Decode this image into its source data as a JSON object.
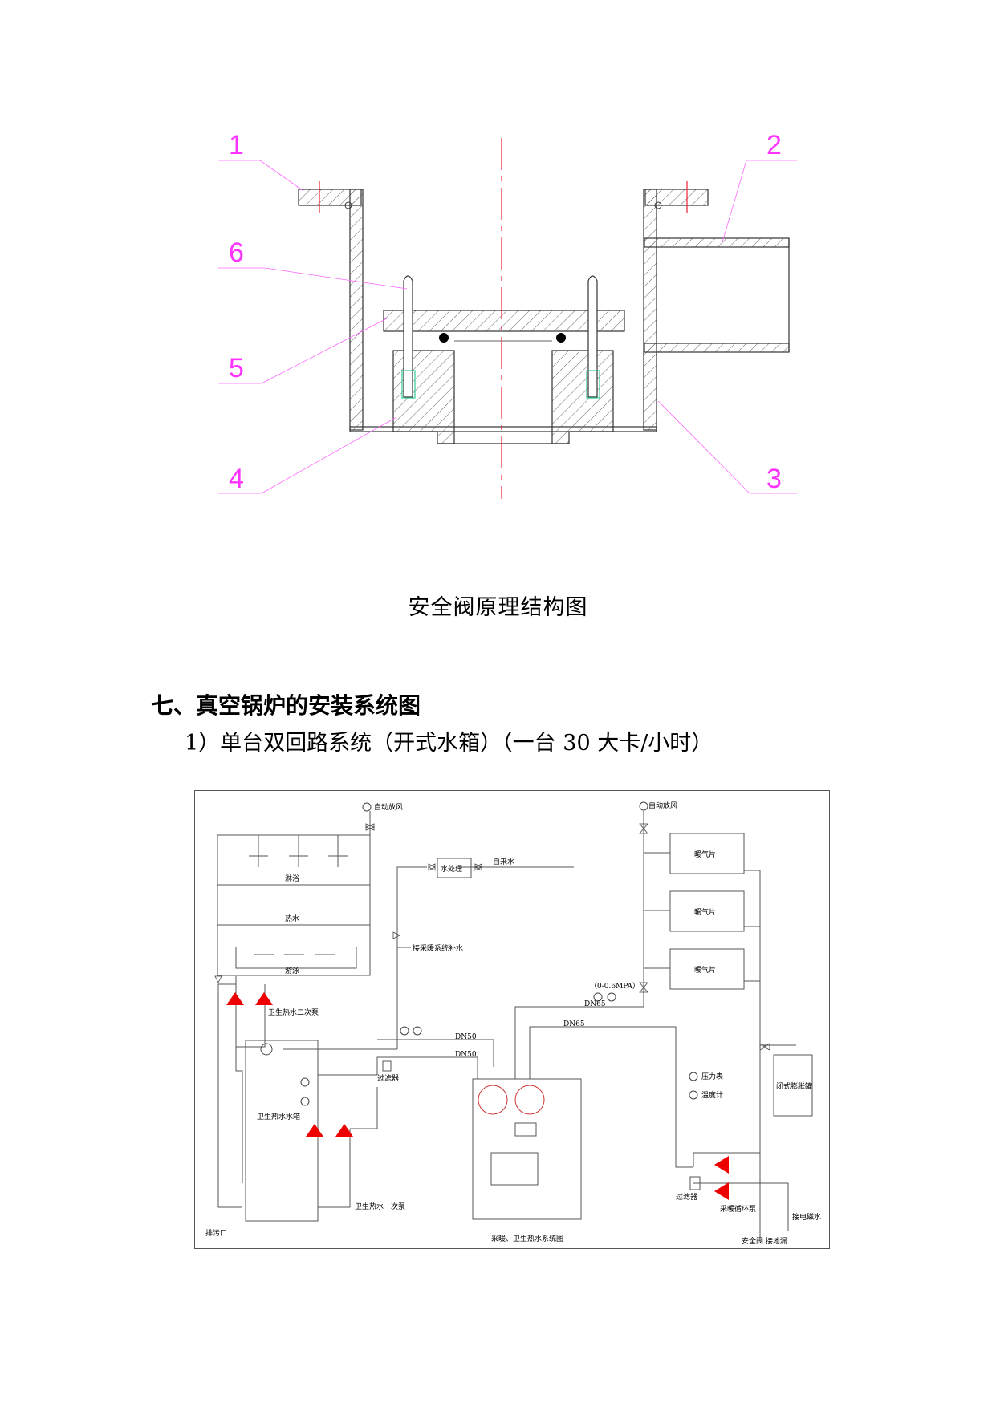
{
  "figure1": {
    "callouts": [
      "1",
      "2",
      "3",
      "4",
      "5",
      "6"
    ],
    "caption": "安全阀原理结构图"
  },
  "section": {
    "heading": "七、真空锅炉的安装系统图",
    "subheading": "1）单台双回路系统（开式水箱）（一台 30 大卡/小时）"
  },
  "figure2": {
    "labels": {
      "auto_vent_left": "自动放风",
      "auto_vent_right": "自动放风",
      "water_treatment": "水处理",
      "tap_water": "自来水",
      "shower": "淋浴",
      "hot_water": "热水",
      "bath": "游泳",
      "heating_makeup": "接采暖系统补水",
      "radiator_1": "暖气片",
      "radiator_2": "暖气片",
      "radiator_3": "暖气片",
      "pressure_range": "（0-0.6MPA）",
      "dn65_a": "DN65",
      "dn65_b": "DN65",
      "dn50_a": "DN50",
      "dn50_b": "DN50",
      "secondary_pump": "卫生热水二次泵",
      "tank": "卫生热水水箱",
      "filter_mid": "过滤器",
      "primary_pump": "卫生热水一次泵",
      "pressure_gauge": "压力表",
      "thermometer": "温度计",
      "expansion_tank": "闭式膨胀罐",
      "filter_right": "过滤器",
      "circ_pump": "采暖循环泵",
      "drain_water": "接电磁水",
      "safety_valve": "安全阀 接地漏",
      "drain_outlet": "排污口",
      "diagram_title": "采暖、卫生热水系统图"
    }
  }
}
